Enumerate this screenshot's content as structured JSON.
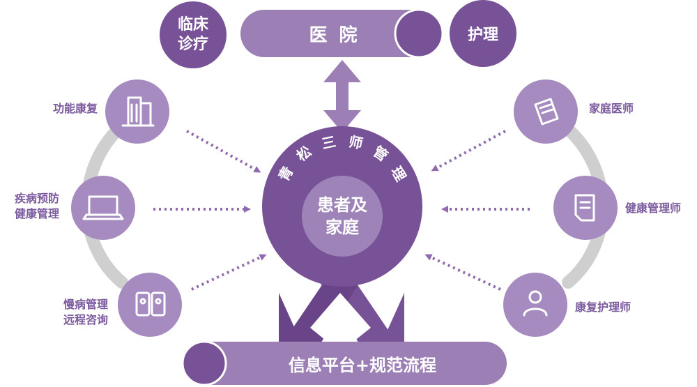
{
  "colors": {
    "dark_purple": "#785297",
    "mid_purple": "#9b7fb5",
    "light_purple": "#a58bbf",
    "inner_circle": "#9d83b8",
    "gray_ring": "#cfcfcf",
    "dot_arrow": "#8f6aae",
    "label_text": "#7b5a9e",
    "white": "#ffffff"
  },
  "top": {
    "hospital": "医 院",
    "clinical": "临床\n诊疗",
    "nursing": "护理"
  },
  "center": {
    "arc_text": [
      "青",
      "松",
      "三",
      "师",
      "管",
      "理"
    ],
    "inner": "患者及\n家庭"
  },
  "bottom": {
    "platform": "信息平台+规范流程"
  },
  "left_nodes": [
    {
      "label": "功能康复",
      "icon": "building-icon"
    },
    {
      "label": "疾病预防\n健康管理",
      "icon": "laptop-icon"
    },
    {
      "label": "慢病管理\n远程咨询",
      "icon": "phones-icon"
    }
  ],
  "right_nodes": [
    {
      "label": "家庭医师",
      "icon": "notepad-icon"
    },
    {
      "label": "健康管理师",
      "icon": "document-icon"
    },
    {
      "label": "康复护理师",
      "icon": "user-icon"
    }
  ]
}
